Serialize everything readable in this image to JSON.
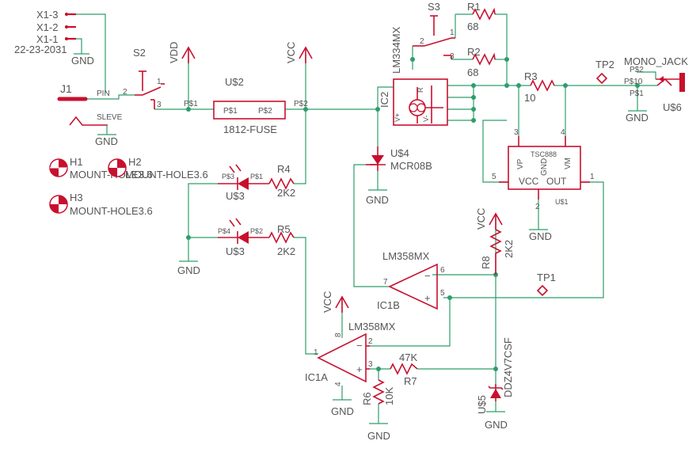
{
  "components": {
    "x1": {
      "pin3": "X1-3",
      "pin2": "X1-2",
      "pin1": "X1-1",
      "part": "22-23-2031",
      "gnd": "GND"
    },
    "j1": {
      "ref": "J1",
      "pin": "PIN",
      "sleeve": "SLEVE",
      "gnd": "GND"
    },
    "s2": {
      "ref": "S2",
      "pin1": "1",
      "pin2": "2",
      "pin3": "3"
    },
    "vdd": {
      "label": "VDD"
    },
    "vcc_top": {
      "label": "VCC"
    },
    "fuse": {
      "ref": "U$2",
      "p1": "P$1",
      "p2": "P$2",
      "value": "1812-FUSE",
      "left_pin": "P$1",
      "right_pin": "P$2"
    },
    "led_u3a": {
      "ref": "U$3",
      "p3": "P$3",
      "p1": "P$1"
    },
    "led_u3b": {
      "ref": "U$3",
      "p4": "P$4",
      "p2": "P$2"
    },
    "r4": {
      "ref": "R4",
      "value": "2K2"
    },
    "r5": {
      "ref": "R5",
      "value": "2K2"
    },
    "gnd_led": {
      "label": "GND"
    },
    "holes": {
      "h1": "H1",
      "h2": "H2",
      "h3": "H3",
      "h1_value": "MOUNT-HOLE3.6",
      "h2_value": "MOUNT-HOLE3.6",
      "h3_value": "MOUNT-HOLE3.6"
    },
    "s3": {
      "ref": "S3",
      "pin1": "1",
      "pin2": "2",
      "pin3": "3"
    },
    "r1": {
      "ref": "R1",
      "value": "68"
    },
    "r2": {
      "ref": "R2",
      "value": "68"
    },
    "ic2": {
      "ref": "IC2",
      "part": "LM334MX",
      "r": "R",
      "vplus": "V+",
      "vminus": "V-"
    },
    "u4": {
      "ref": "U$4",
      "part": "MCR08B",
      "gnd": "GND"
    },
    "r3": {
      "ref": "R3",
      "value": "10"
    },
    "tp2": {
      "ref": "TP2"
    },
    "mono_jack": {
      "ref": "MONO_JACK",
      "unit": "U$6",
      "p2": "P$2",
      "p10": "P$10",
      "p1": "P$1",
      "gnd": "GND"
    },
    "u1": {
      "part": "TSC888",
      "ref": "U$1",
      "vp": "VP",
      "gnd": "GND",
      "vm": "VM",
      "vcc": "VCC",
      "out": "OUT",
      "pin1": "1",
      "pin2": "2",
      "pin3": "3",
      "pin4": "4",
      "pin5": "5",
      "gnd_label": "GND"
    },
    "vcc_r8": {
      "label": "VCC"
    },
    "r8": {
      "ref": "R8",
      "value": "2K2"
    },
    "ic1b": {
      "part": "LM358MX",
      "ref": "IC1B",
      "pin5": "5",
      "pin6": "6",
      "pin7": "7"
    },
    "tp1": {
      "ref": "TP1"
    },
    "vcc_ic1": {
      "label": "VCC"
    },
    "ic1a": {
      "part": "LM358MX",
      "ref": "IC1A",
      "pin1": "1",
      "pin2": "2",
      "pin3": "3",
      "pin4": "4",
      "pin8": "8",
      "gnd": "GND"
    },
    "r7": {
      "ref": "R7",
      "value": "47K"
    },
    "r6": {
      "ref": "R6",
      "value": "10K",
      "gnd": "GND"
    },
    "u5": {
      "ref": "U$5",
      "part": "DDZ4V7CSF",
      "gnd": "GND"
    }
  }
}
